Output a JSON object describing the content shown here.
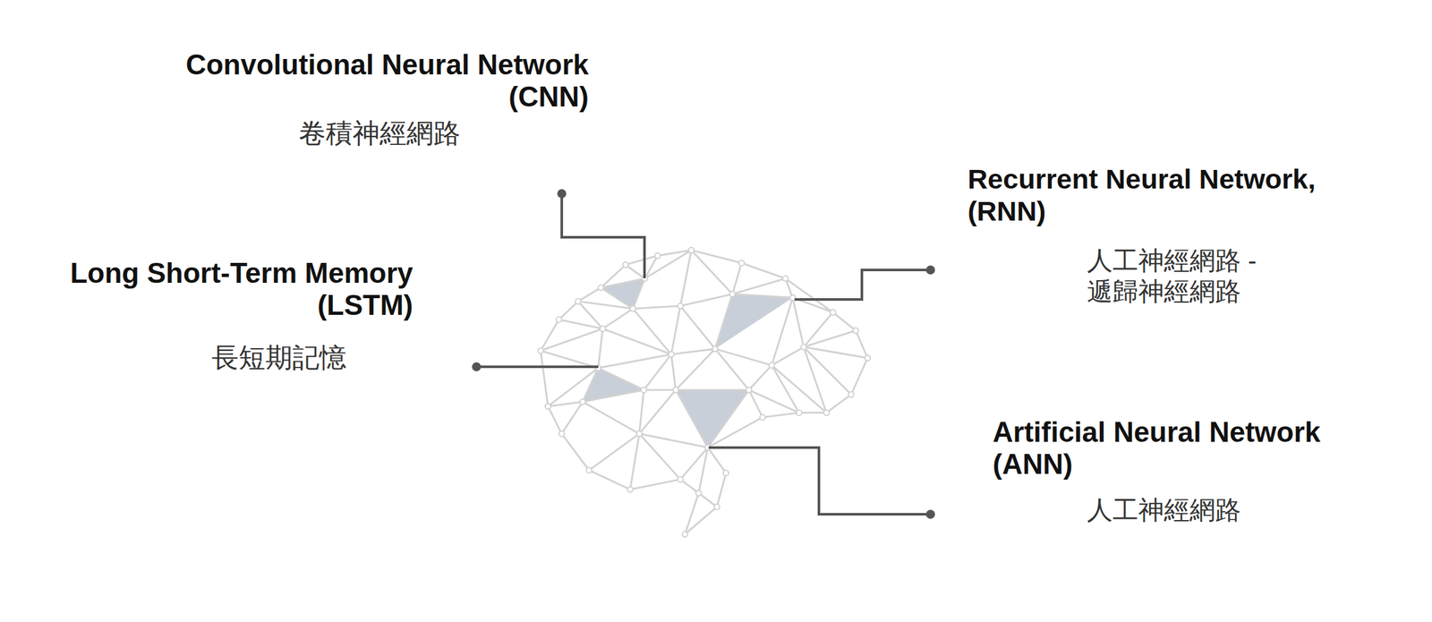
{
  "diagram": {
    "labels": [
      "Convolutional Neural Network (CNN)",
      "卷積神經網路",
      "Recurrent Neural Network, (RNN)",
      "人工神經網路 -遞歸神經網路",
      "Long Short-Term Memory (LSTM)",
      "長短期記憶",
      "Artificial Neural Network (ANN)",
      "人工神經網路"
    ]
  }
}
